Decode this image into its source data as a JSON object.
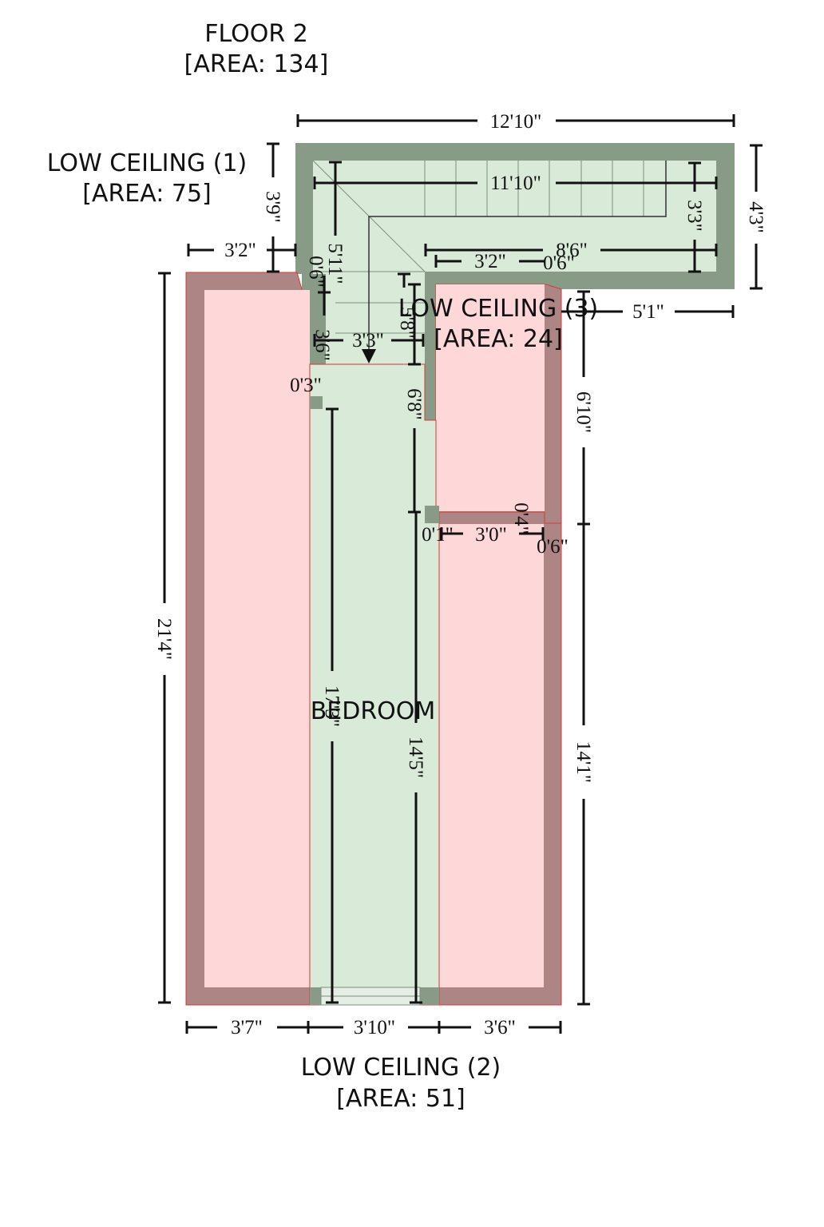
{
  "floor": {
    "title": "FLOOR 2",
    "area": "[AREA: 134]"
  },
  "rooms": {
    "low_ceiling_1": {
      "name": "LOW CEILING (1)",
      "area": "[AREA: 75]"
    },
    "low_ceiling_2": {
      "name": "LOW CEILING (2)",
      "area": "[AREA: 51]"
    },
    "low_ceiling_3": {
      "name": "LOW CEILING (3)",
      "area": "[AREA: 24]"
    },
    "bedroom": {
      "name": "BEDROOM"
    }
  },
  "dimensions": {
    "top_total": "12'10\"",
    "stair_width": "11'10\"",
    "right_top_height": "4'3\"",
    "stair_inner_height": "3'3\"",
    "left_top_height": "3'9\"",
    "top_left_offset": "3'2\"",
    "landing_width": "8'6\"",
    "inner_step_a": "3'2\"",
    "inner_step_b": "0'6\"",
    "stair_run": "5'11\"",
    "small_a": "0'6\"",
    "small_b": "3'6\"",
    "small_c": "3'3\"",
    "small_d": "5'8\"",
    "small_e": "0'3\"",
    "right_offset": "5'1\"",
    "closet_height": "6'10\"",
    "closet_inner": "6'8\"",
    "small_f": "0'4\"",
    "small_g": "0'1\"",
    "closet_width": "3'0\"",
    "small_h": "0'6\"",
    "overall_height": "21'4\"",
    "bedroom_length": "17'3\"",
    "bedroom_inner": "14'5\"",
    "right_lower_height": "14'1\"",
    "bottom_left": "3'7\"",
    "bottom_mid": "3'10\"",
    "bottom_right": "3'6\""
  },
  "colors": {
    "green_fill": "#d9ead8",
    "green_wall": "#879b86",
    "pink_fill": "#fed7d8",
    "pink_wall": "#ad8585",
    "red_outline": "#d43a3a",
    "dimension": "#111111"
  }
}
